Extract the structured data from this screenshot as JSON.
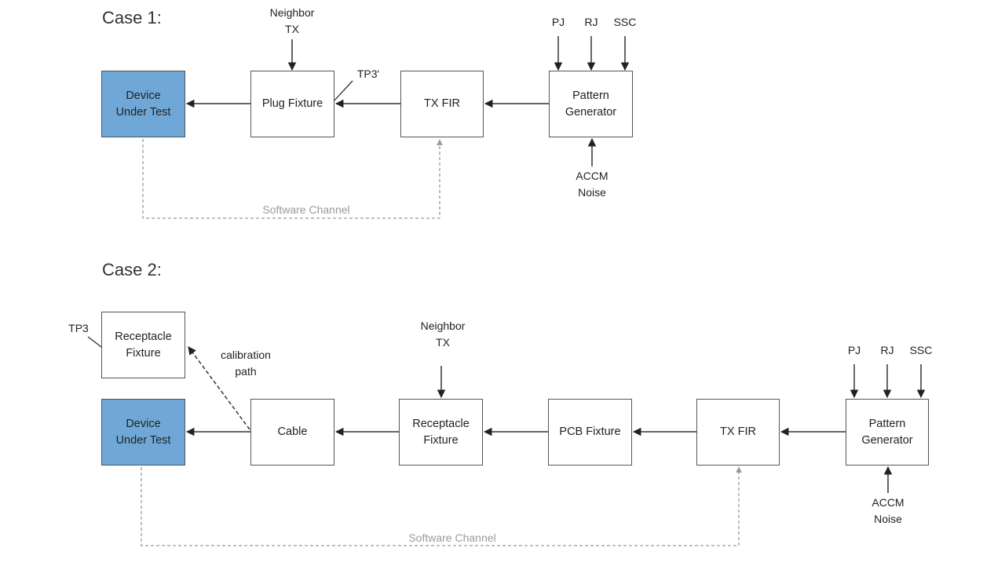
{
  "case1": {
    "title": "Case 1:",
    "boxes": {
      "dut": "Device\nUnder Test",
      "plug_fixture": "Plug Fixture",
      "tx_fir": "TX FIR",
      "pattern_generator": "Pattern\nGenerator"
    },
    "labels": {
      "neighbor_tx": "Neighbor\nTX",
      "tp3_prime": "TP3'",
      "pj": "PJ",
      "rj": "RJ",
      "ssc": "SSC",
      "accm_noise": "ACCM\nNoise",
      "software_channel": "Software Channel"
    }
  },
  "case2": {
    "title": "Case 2:",
    "boxes": {
      "receptacle_fixture_cal": "Receptacle\nFixture",
      "dut": "Device\nUnder Test",
      "cable": "Cable",
      "receptacle_fixture": "Receptacle\nFixture",
      "pcb_fixture": "PCB Fixture",
      "tx_fir": "TX FIR",
      "pattern_generator": "Pattern\nGenerator"
    },
    "labels": {
      "tp3": "TP3",
      "calibration_path": "calibration\npath",
      "neighbor_tx": "Neighbor\nTX",
      "pj": "PJ",
      "rj": "RJ",
      "ssc": "SSC",
      "accm_noise": "ACCM\nNoise",
      "software_channel": "Software Channel"
    }
  },
  "colors": {
    "dut_fill": "#6fa8d6",
    "line": "#333333",
    "software_channel": "#9a9a9a"
  }
}
